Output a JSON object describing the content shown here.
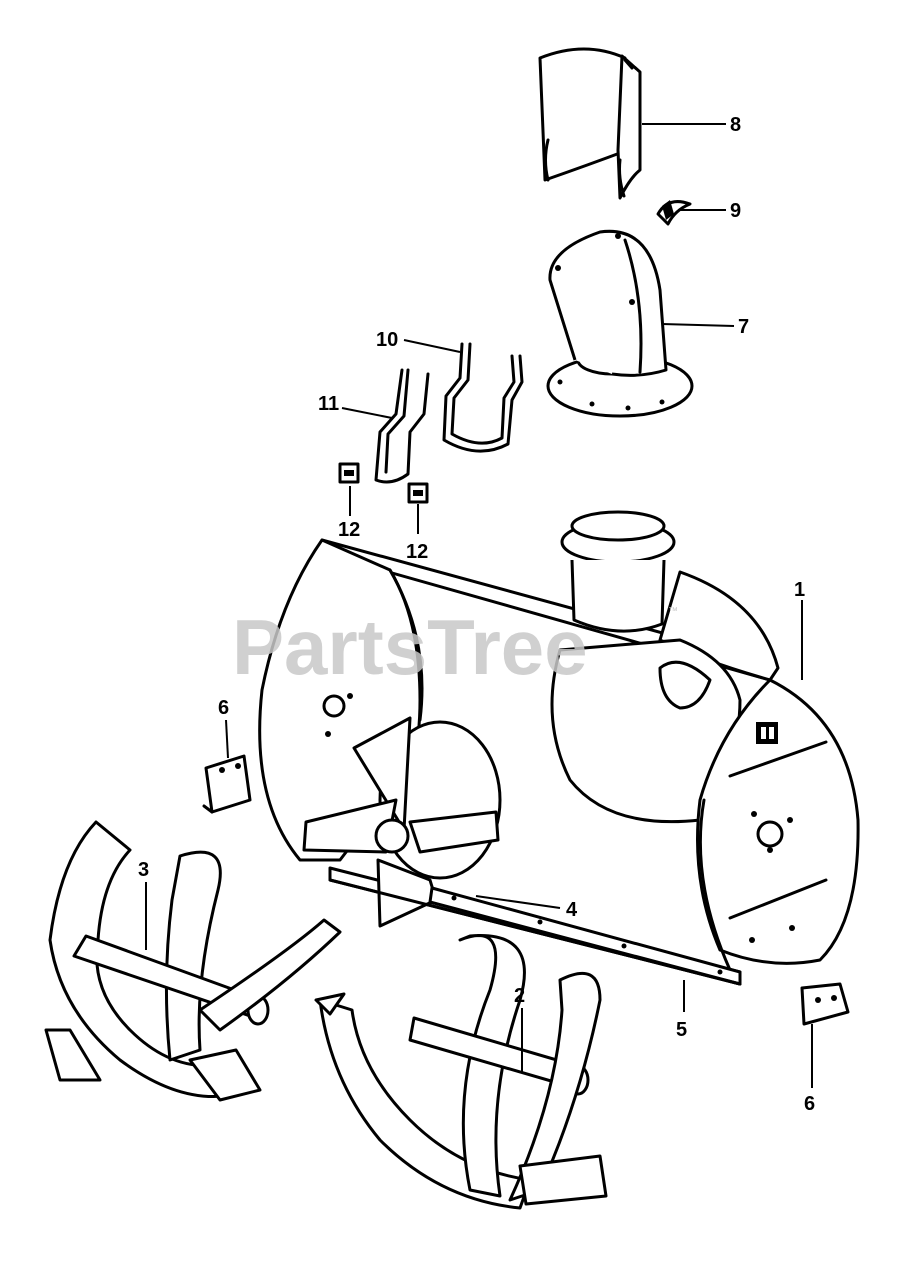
{
  "watermark": {
    "text": "PartsTree",
    "trademark": "™"
  },
  "callouts": [
    {
      "id": "8",
      "label": "8"
    },
    {
      "id": "9",
      "label": "9"
    },
    {
      "id": "7",
      "label": "7"
    },
    {
      "id": "10",
      "label": "10"
    },
    {
      "id": "11",
      "label": "11"
    },
    {
      "id": "12a",
      "label": "12"
    },
    {
      "id": "12b",
      "label": "12"
    },
    {
      "id": "1",
      "label": "1"
    },
    {
      "id": "6a",
      "label": "6"
    },
    {
      "id": "3",
      "label": "3"
    },
    {
      "id": "4",
      "label": "4"
    },
    {
      "id": "2",
      "label": "2"
    },
    {
      "id": "5",
      "label": "5"
    },
    {
      "id": "6b",
      "label": "6"
    }
  ]
}
